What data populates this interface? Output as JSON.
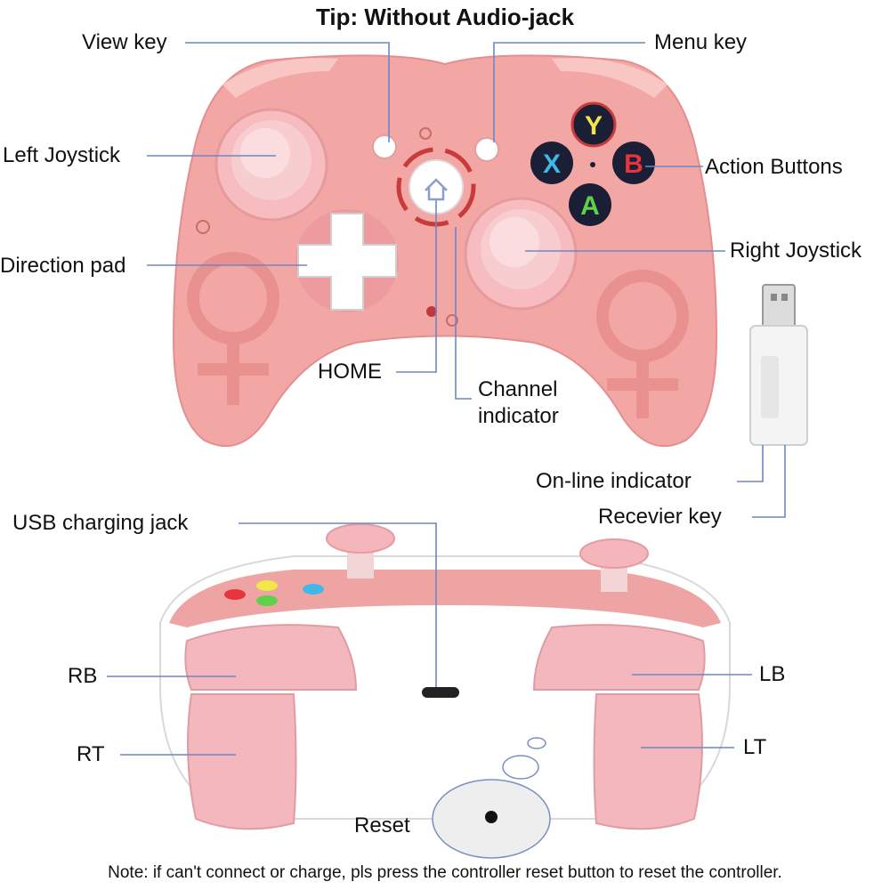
{
  "title": "Tip: Without Audio-jack",
  "labels": {
    "view_key": "View key",
    "menu_key": "Menu key",
    "left_joystick": "Left Joystick",
    "action_buttons": "Action Buttons",
    "direction_pad": "Direction pad",
    "right_joystick": "Right Joystick",
    "home": "HOME",
    "channel_indicator_1": "Channel",
    "channel_indicator_2": "indicator",
    "online_indicator": "On-line indicator",
    "receiver_key": "Recevier key",
    "usb_charging_jack": "USB charging jack",
    "rb": "RB",
    "lb": "LB",
    "rt": "RT",
    "lt": "LT",
    "reset": "Reset"
  },
  "buttons": {
    "y": "Y",
    "x": "X",
    "b": "B",
    "a": "A"
  },
  "note": "Note: if can't connect or charge, pls press the controller reset button to reset the controller.",
  "colors": {
    "controller_pink": "#f2a7a5",
    "trigger_pink": "#f3b7bd",
    "leader_line": "#6f86c4",
    "btn_y": "#f3e64a",
    "btn_x": "#3fb8e6",
    "btn_b": "#e8343c",
    "btn_a": "#5fd04a"
  }
}
